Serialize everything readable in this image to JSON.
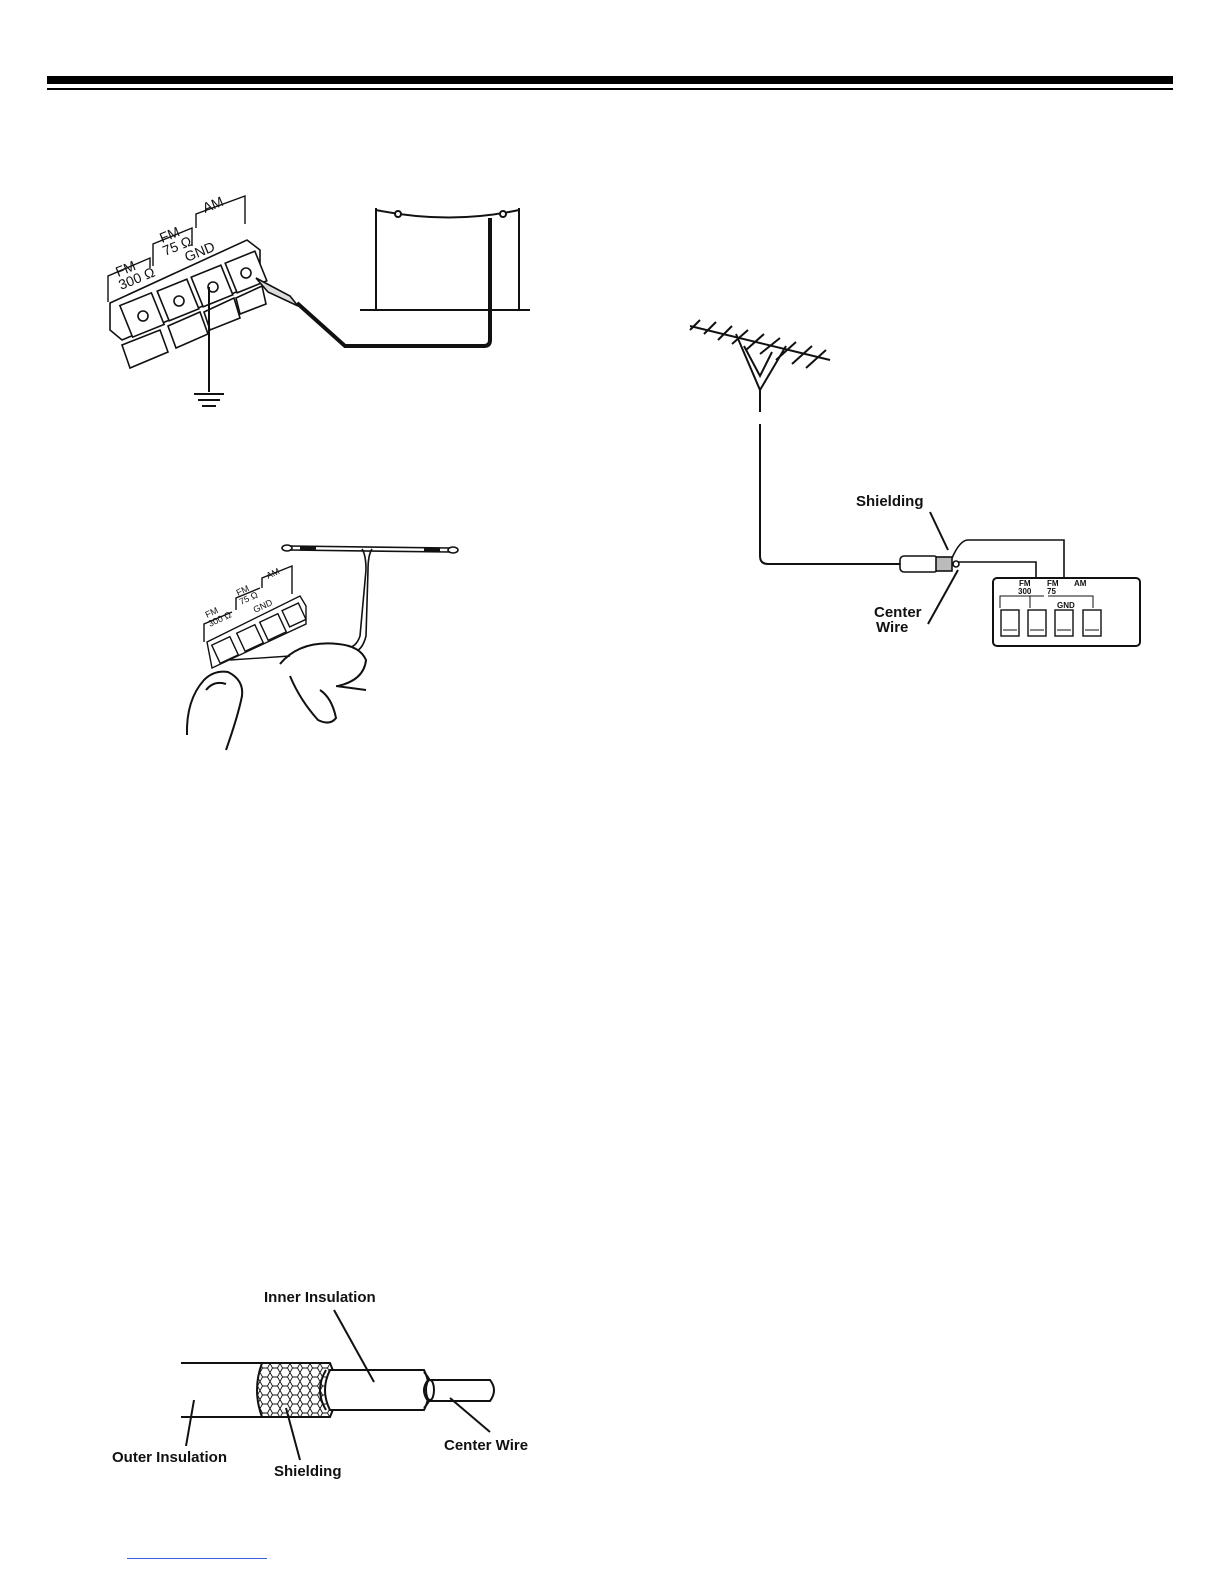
{
  "page": {
    "header_rules": true
  },
  "fig_am_ground": {
    "terminal_labels": [
      "FM",
      "300 Ω",
      "FM",
      "75 Ω",
      "AM",
      "GND"
    ]
  },
  "fig_fm_dipole": {
    "terminal_labels": [
      "FM",
      "300 Ω",
      "FM",
      "75 Ω",
      "AM",
      "GND"
    ]
  },
  "fig_outdoor_antenna": {
    "shielding": "Shielding",
    "center_line1": "Center",
    "center_line2": "Wire",
    "panel_labels": [
      "FM",
      "300",
      "FM",
      "75",
      "AM",
      "GND"
    ]
  },
  "fig_coax": {
    "inner_insulation": "Inner Insulation",
    "outer_insulation": "Outer Insulation",
    "shielding": "Shielding",
    "center_wire": "Center Wire"
  }
}
